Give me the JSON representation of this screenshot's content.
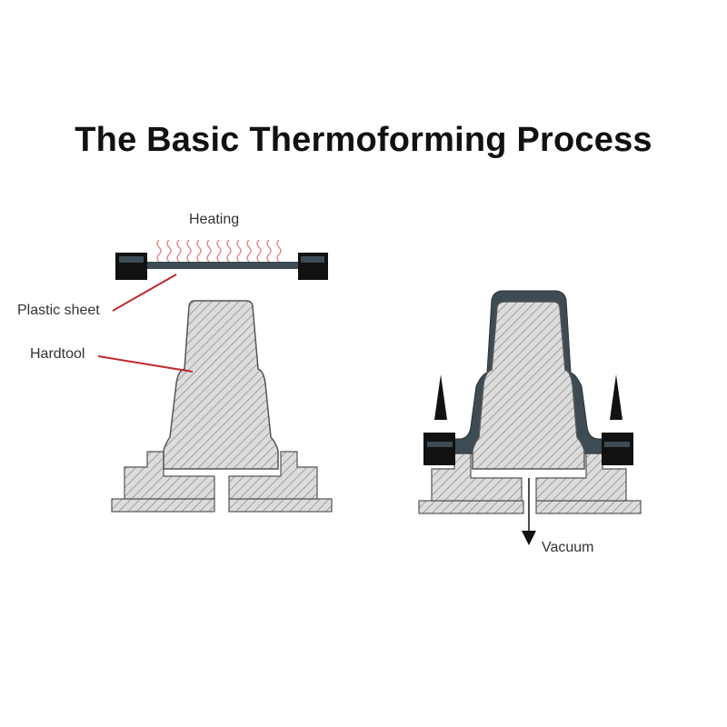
{
  "title": "The Basic Thermoforming Process",
  "labels": {
    "heating": "Heating",
    "plastic_sheet": "Plastic sheet",
    "hard_tool": "Hardtool",
    "vacuum": "Vacuum"
  },
  "colors": {
    "sheet": "#3d4b55",
    "clamp": "#111111",
    "tool_fill": "#d9d9d9",
    "hatch": "#8a8a8a",
    "heat_waves": "#e08585",
    "leader_lines": "#c0272d"
  }
}
